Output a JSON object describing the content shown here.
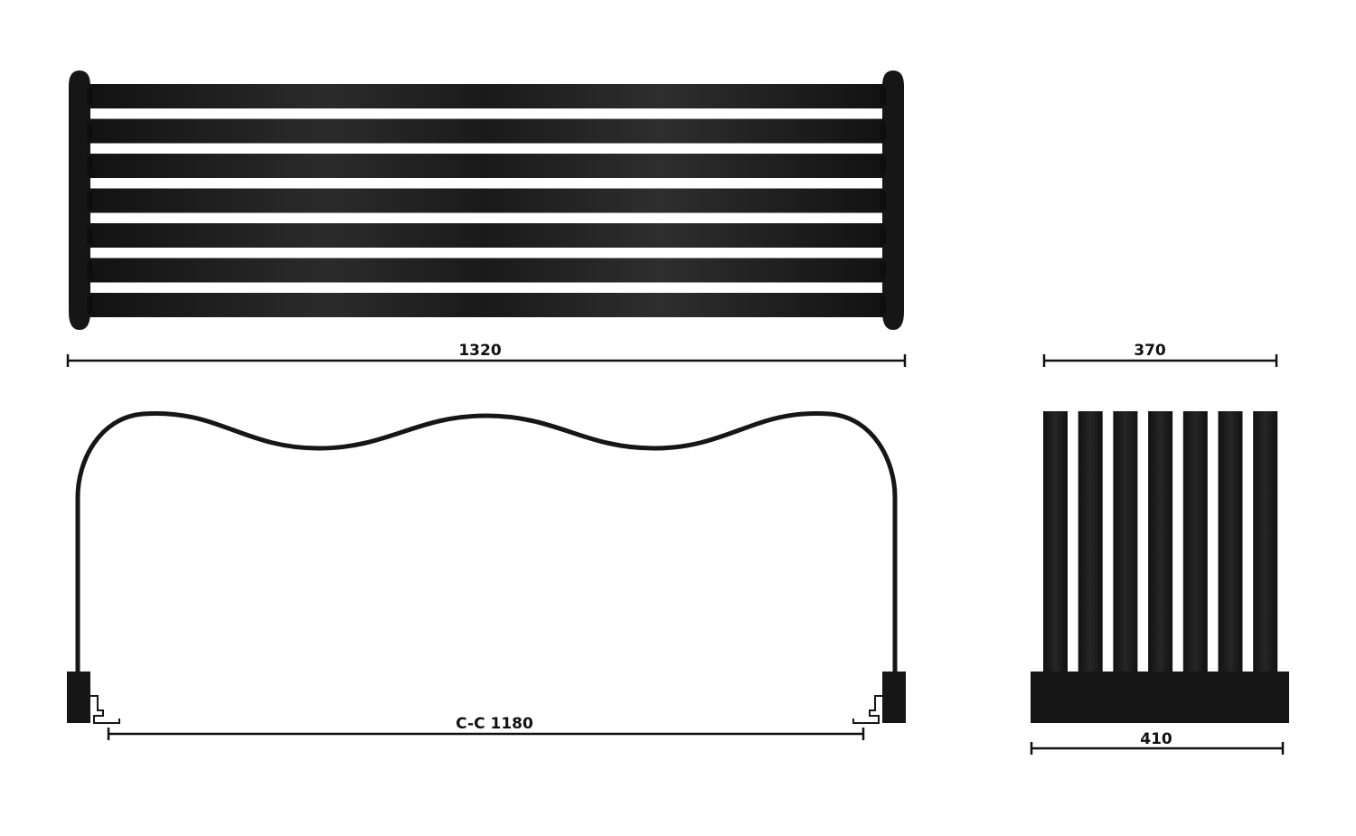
{
  "colors": {
    "metal": "#161616",
    "metal_highlight": "#3a3a3a",
    "background": "#ffffff",
    "dimension": "#111111"
  },
  "dimensions": {
    "overall_width": "1320",
    "center_to_center": "C-C 1180",
    "depth_top": "370",
    "depth_bottom": "410"
  },
  "views": {
    "front": {
      "bar_count": 7
    },
    "side": {
      "bar_count": 7
    }
  }
}
